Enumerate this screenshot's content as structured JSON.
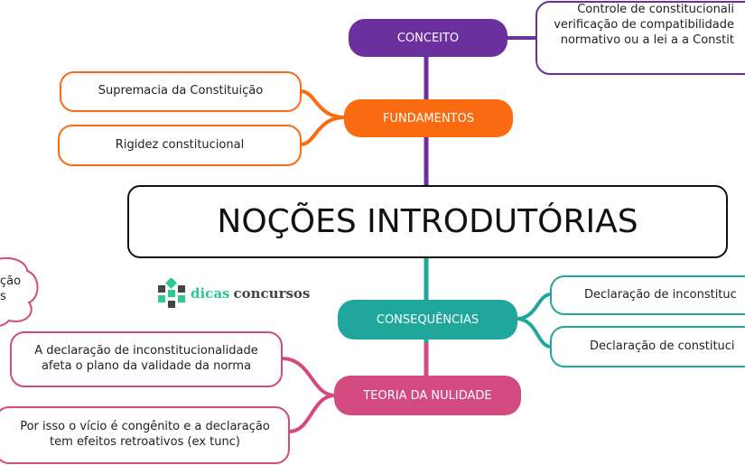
{
  "center": {
    "title": "NOÇÕES INTRODUTÓRIAS"
  },
  "colors": {
    "conceito": "#6b2f9e",
    "fundamentos": "#fa6b12",
    "consequencias": "#20a79b",
    "teoria": "#d24a80"
  },
  "branches": {
    "conceito": {
      "label": "CONCEITO",
      "leaves": [
        "Controle de constitucionali",
        "verificação de compatibilidade",
        "normativo ou a lei a a Constit"
      ]
    },
    "fundamentos": {
      "label": "FUNDAMENTOS",
      "leaves": [
        "Supremacia da Constituição",
        "Rigidez constitucional"
      ]
    },
    "consequencias": {
      "label": "CONSEQUÊNCIAS",
      "leaves": [
        "Declaração de inconstituc",
        "Declaração de constituci"
      ]
    },
    "teoria": {
      "label": "TEORIA DA NULIDADE",
      "leaves": [
        "A declaração de inconstitucionalidade afeta o plano da validade da norma",
        "Por isso o vício é congênito e a declaração tem efeitos retroativos (ex tunc)"
      ]
    }
  },
  "cloud": {
    "lines": [
      "ção",
      "s"
    ]
  },
  "logo": {
    "text1": "dicas",
    "text2": "concursos"
  }
}
